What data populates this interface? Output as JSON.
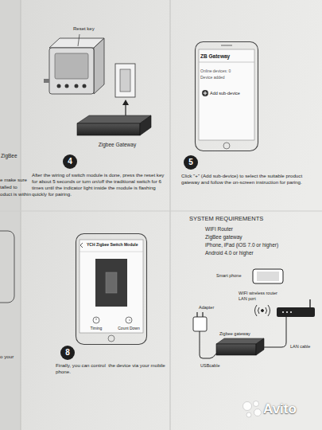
{
  "diagram": {
    "nodes": [
      {
        "text": [
          "4"
        ]
      },
      {
        "text": [
          "ZB Gateway",
          "Online devices: 0",
          "Device added",
          "Add sub-device"
        ]
      },
      {
        "text": [
          "5"
        ]
      },
      {
        "text": [
          "YCH Zigbee Switch Module",
          "Timing",
          "Count Down"
        ]
      },
      {
        "text": [
          "8"
        ]
      }
    ],
    "labels": [
      "ZigBee",
      "e make sure",
      "talled to",
      "oduct is within",
      "o your",
      "Reset key",
      "Zigbee Gateway",
      "After the wiring of switch module is done, press the reset key for about 5 seconds or turn on/off the traditional switch for 6 times until the indicator light inside the module is flashing quickly for pairing.",
      "Click \"+\" (Add sub-device) to select the suitable product gateway and follow the on-screen instruction for paring.",
      "Finally, you can control  the device via your mobile phone.",
      "SYSTEM REQUIREMENTS",
      "WIFI Router",
      "ZigBee gateway",
      "iPhone, iPad (iOS 7.0 or higher)",
      "Android 4.0 or higher",
      "Smart phone",
      "WIFI wireless router LAN port",
      "Adapter",
      "Zigbee gateway",
      "USBcable",
      "LAN cable",
      "Avito"
    ]
  }
}
